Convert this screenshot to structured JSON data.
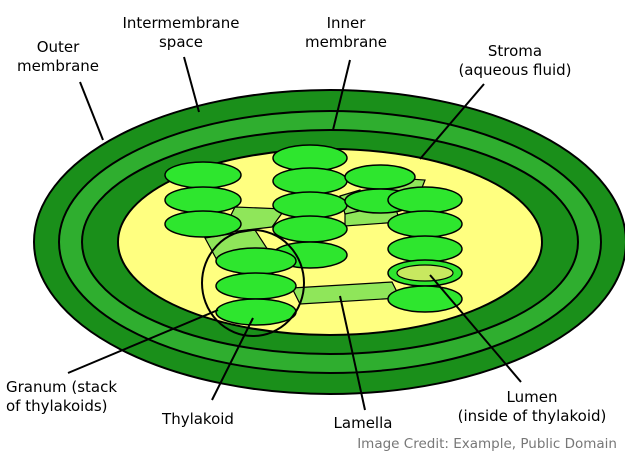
{
  "diagram": {
    "labels": {
      "outer_membrane": [
        "Outer",
        "membrane"
      ],
      "intermembrane_space": [
        "Intermembrane",
        "space"
      ],
      "inner_membrane": [
        "Inner",
        "membrane"
      ],
      "stroma": [
        "Stroma",
        "(aqueous fluid)"
      ],
      "granum": [
        "Granum (stack",
        "of thylakoids)"
      ],
      "thylakoid": [
        "Thylakoid"
      ],
      "lamella": [
        "Lamella"
      ],
      "lumen": [
        "Lumen",
        "(inside of thylakoid)"
      ]
    },
    "credit": "Image Credit: Example, Public Domain"
  },
  "colors": {
    "outer_ring": "#1a8f1a",
    "intermembrane": "#2fae2f",
    "stroma": "#ffff80",
    "thylakoid": "#2ee62e",
    "lamella": "#8fe65a",
    "lumen": "#c8e860",
    "outline": "#000000"
  }
}
